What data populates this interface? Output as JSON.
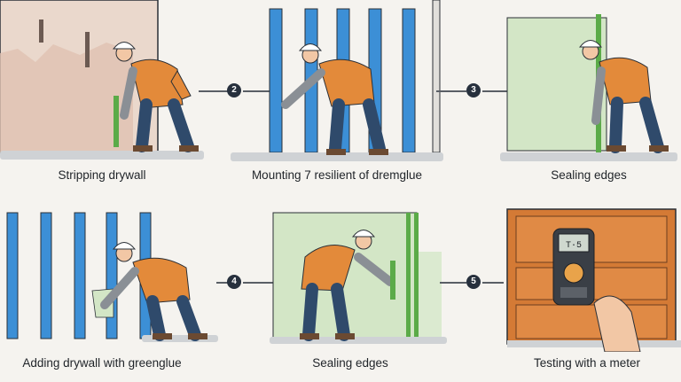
{
  "colors": {
    "background": "#f5f3ef",
    "stud_blue": "#3c8fd6",
    "vest_orange": "#e38a3a",
    "drywall_green": "#d3e6c6",
    "meter_orange": "#d47a35",
    "outline": "#2a2f36"
  },
  "steps": [
    {
      "caption": "Stripping drywall"
    },
    {
      "caption": "Mounting 7 resilient of dremglue",
      "number": "2"
    },
    {
      "caption": "Sealing edges",
      "number": "3"
    },
    {
      "caption": "Adding drywall with greenglue"
    },
    {
      "caption": "Sealing edges",
      "number": "4"
    },
    {
      "caption": "Testing with a meter",
      "number": "5"
    }
  ],
  "meter": {
    "display": "T·5"
  }
}
